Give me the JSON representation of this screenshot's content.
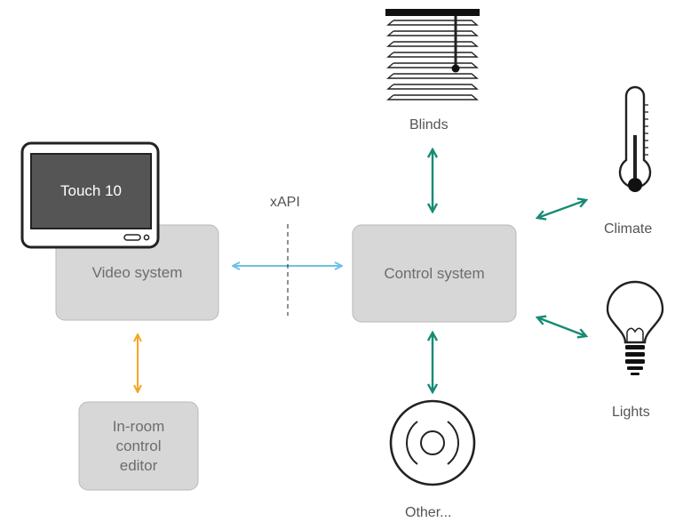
{
  "nodes": {
    "touch": {
      "label": "Touch 10"
    },
    "video": {
      "label": "Video system"
    },
    "control": {
      "label": "Control system"
    },
    "editor": {
      "lines": [
        "In-room",
        "control",
        "editor"
      ]
    },
    "blinds": {
      "label": "Blinds",
      "icon": "blinds-icon"
    },
    "climate": {
      "label": "Climate",
      "icon": "thermometer-icon"
    },
    "lights": {
      "label": "Lights",
      "icon": "lightbulb-icon"
    },
    "other": {
      "label": "Other...",
      "icon": "speaker-icon"
    }
  },
  "edges": {
    "xapi": {
      "label": "xAPI"
    }
  },
  "colors": {
    "box_fill": "#d7d7d7",
    "box_stroke": "#b9b9b9",
    "xapi_arrow": "#6cc1e6",
    "editor_arrow": "#f5a623",
    "device_arrow": "#168b74",
    "icon": "#222222"
  }
}
